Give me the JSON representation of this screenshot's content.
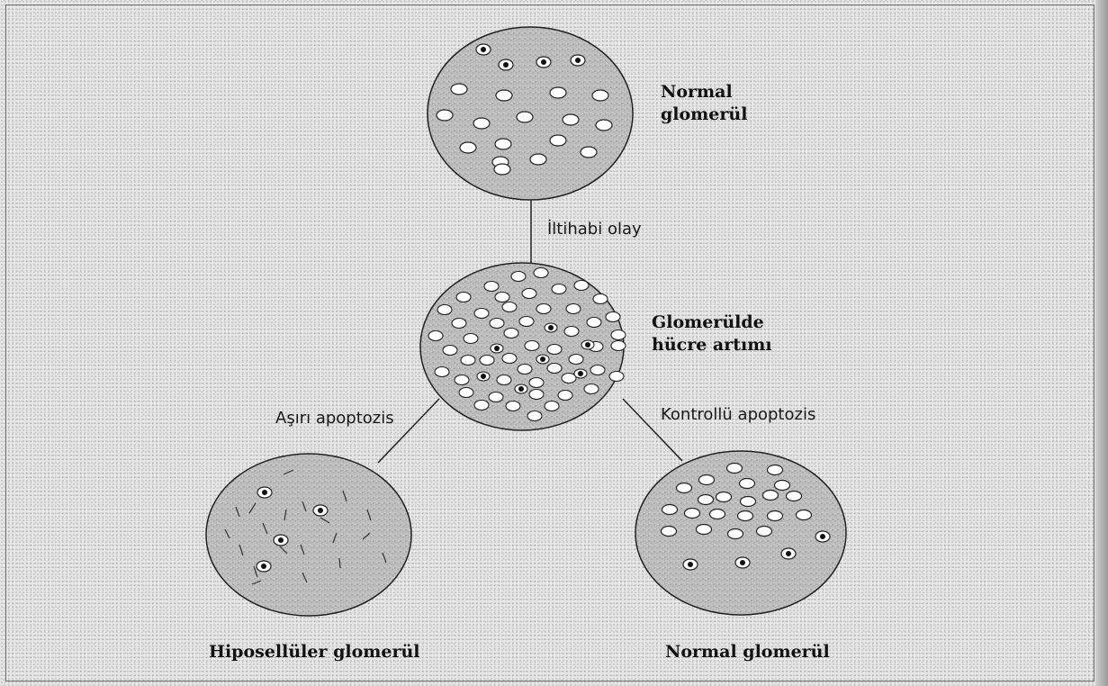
{
  "nodes": {
    "normal_top": {
      "line1": "Normal",
      "line2": "glomerül"
    },
    "increased": {
      "line1": "Glomerülde",
      "line2": "hücre artımı"
    },
    "hypocellular": {
      "label": "Hiposellüler glomerül"
    },
    "normal_bottom": {
      "label": "Normal glomerül"
    }
  },
  "edges": {
    "top_to_middle": "İltihabi olay",
    "middle_to_left": "Aşırı apoptozis",
    "middle_to_right": "Kontrollü apoptozis"
  },
  "colors": {
    "circle_fill": "#b9b9b9",
    "cell_fill": "#ffffff",
    "nucleus": "#111111"
  }
}
